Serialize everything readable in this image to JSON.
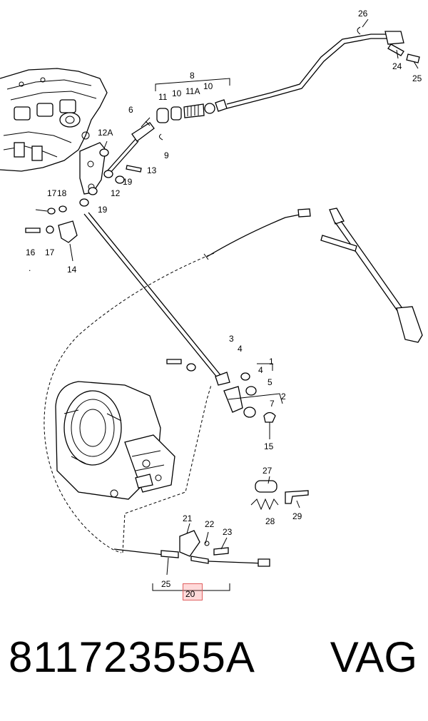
{
  "diagram": {
    "callouts": {
      "c1": "1",
      "c2": "2",
      "c3": "3",
      "c4a": "4",
      "c4b": "4",
      "c5": "5",
      "c6": "6",
      "c7": "7",
      "c8": "8",
      "c9": "9",
      "c10a": "10",
      "c10b": "10",
      "c11": "11",
      "c11A": "11A",
      "c12": "12",
      "c12A": "12A",
      "c13": "13",
      "c14": "14",
      "c15": "15",
      "c16": "16",
      "c17a": "17",
      "c17b": "17",
      "c18": "18",
      "c19a": "19",
      "c19b": "19",
      "c21": "21",
      "c22": "22",
      "c23": "23",
      "c24": "24",
      "c25a": "25",
      "c25b": "25",
      "c26": "26",
      "c27": "27",
      "c28": "28",
      "c29": "29"
    },
    "highlighted_callout": "20",
    "highlight_color": "#e06060"
  },
  "footer": {
    "part_number": "811723555A",
    "brand": "VAG"
  }
}
